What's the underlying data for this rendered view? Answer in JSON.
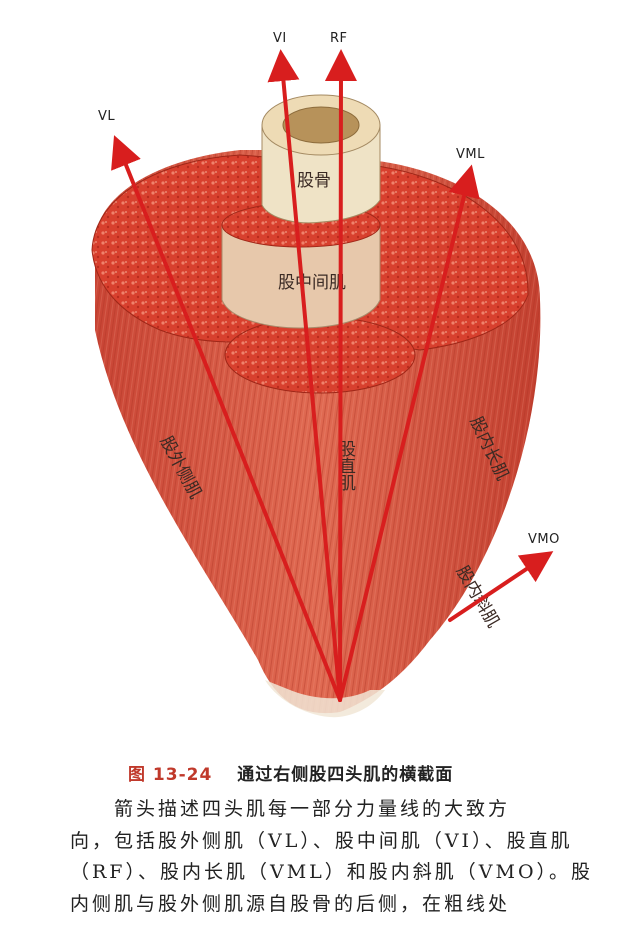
{
  "figure": {
    "arrow_labels": {
      "vl": "VL",
      "vi": "VI",
      "rf": "RF",
      "vml": "VML",
      "vmo": "VMO"
    },
    "muscle_labels": {
      "femur": "股骨",
      "vastus_intermedius": "股中间肌",
      "vastus_lateralis": "股外侧肌",
      "rectus_femoris": "股直肌",
      "vastus_medialis_longus": "股内长肌",
      "vastus_medialis_obliquus": "股内斜肌"
    },
    "colors": {
      "arrow": "#d81e1e",
      "muscle": "#d9553f",
      "muscle_dark": "#b8382a",
      "bone": "#efe3c6"
    }
  },
  "caption": {
    "number": "图 13-24",
    "title": "通过右侧股四头肌的横截面"
  },
  "body": {
    "lines": [
      "箭头描述四头肌每一部分力量线的大致方",
      "向，包括股外侧肌（VL）、股中间肌（VI）、股直肌",
      "（RF）、股内长肌（VML）和股内斜肌（VMO）。股",
      "内侧肌与股外侧肌源自股骨的后侧，在粗线处"
    ]
  }
}
